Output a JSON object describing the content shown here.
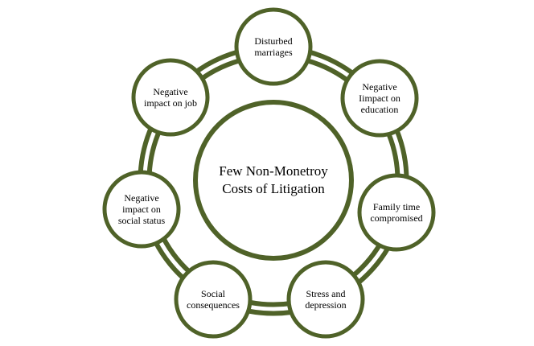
{
  "center": {
    "lines": [
      "Few Non-Monetroy",
      "Costs of Litigation"
    ]
  },
  "nodes": [
    {
      "id": "disturbed-marriages",
      "lines": [
        "Disturbed",
        "marriages"
      ]
    },
    {
      "id": "education",
      "lines": [
        "Negative",
        "Iimpact on",
        "education"
      ]
    },
    {
      "id": "family-time",
      "lines": [
        "Family time",
        "compromised"
      ]
    },
    {
      "id": "stress",
      "lines": [
        "Stress and",
        "depression"
      ]
    },
    {
      "id": "social-consequences",
      "lines": [
        "Social",
        "consequences"
      ]
    },
    {
      "id": "social-status",
      "lines": [
        "Negative",
        "impact on",
        "social status"
      ]
    },
    {
      "id": "job",
      "lines": [
        "Negative",
        "impact on job"
      ]
    }
  ],
  "colors": {
    "ring": "#4f6228",
    "ring_inner": "#ffffff",
    "node_border": "#4f6228",
    "node_fill": "#ffffff",
    "center_border": "#4f6228"
  }
}
